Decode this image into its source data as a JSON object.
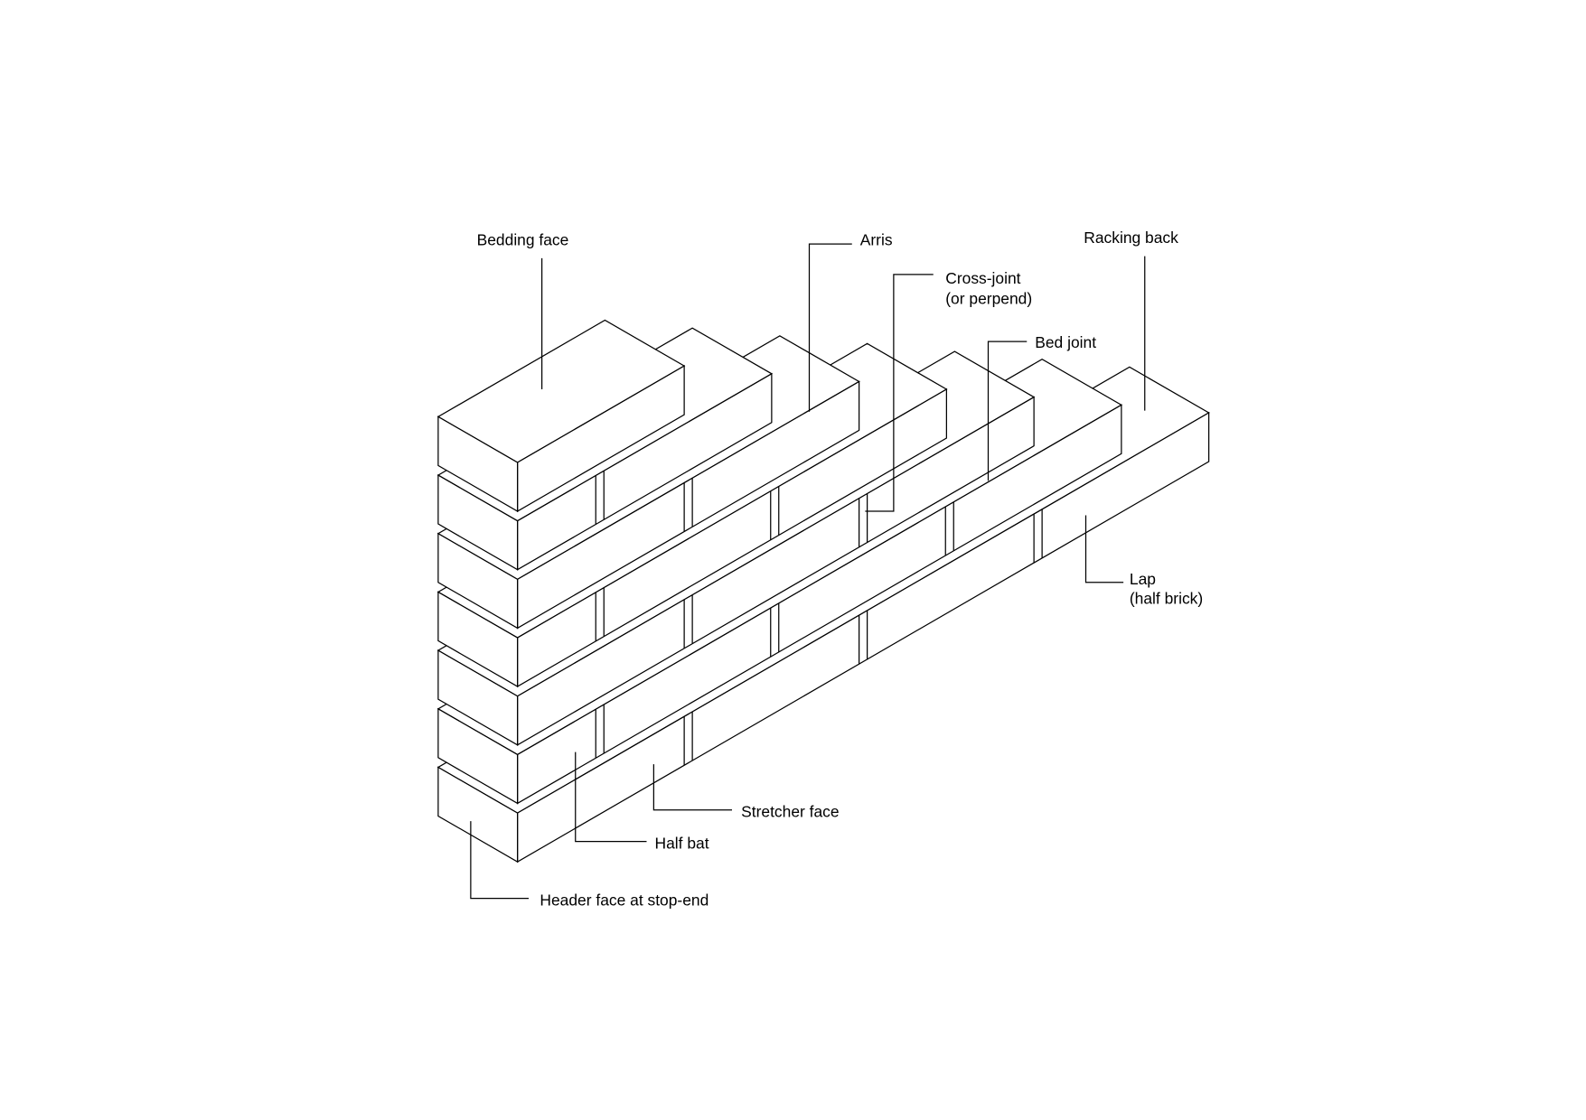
{
  "title": "Brickwork terminology - stretcher bond wall with racking back",
  "labels": {
    "bedding_face": "Bedding face",
    "arris": "Arris",
    "cross_joint_1": "Cross-joint",
    "cross_joint_2": "(or perpend)",
    "bed_joint": "Bed joint",
    "racking_back": "Racking back",
    "lap_1": "Lap",
    "lap_2": "(half brick)",
    "stretcher_face": "Stretcher face",
    "half_bat": "Half bat",
    "header_face": "Header face at stop-end"
  },
  "wall": {
    "courses": 7,
    "bond": "stretcher",
    "racking_step_bricks": 0.5,
    "stroke_color": "#000000",
    "fill_color": "#ffffff"
  }
}
